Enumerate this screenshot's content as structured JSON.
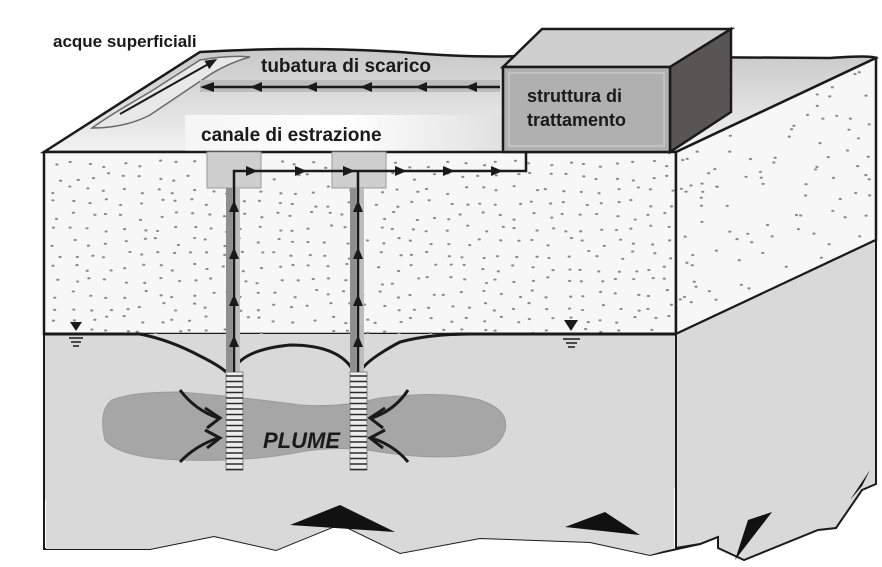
{
  "diagram": {
    "title": "Pump and treat groundwater remediation",
    "labels": {
      "surface_water": "acque superficiali",
      "discharge_pipe": "tubatura di scarico",
      "extraction_channel": "canale di estrazione",
      "treatment_facility_line1": "struttura di",
      "treatment_facility_line2": "trattamento",
      "plume": "PLUME"
    },
    "wells": [
      {
        "name": "extraction-well-1"
      },
      {
        "name": "extraction-well-2"
      }
    ],
    "water_table_markers": 2,
    "colors": {
      "unsaturated_zone": "#f7f7f7",
      "saturated_zone": "#d9d9d9",
      "plume": "#a6a6a6",
      "box_front": "#b0b0b0",
      "box_top": "#cfcfcf",
      "box_side": "#5a5555",
      "outline": "#1a1a1a",
      "sand_dot": "#8a8a8a"
    }
  }
}
